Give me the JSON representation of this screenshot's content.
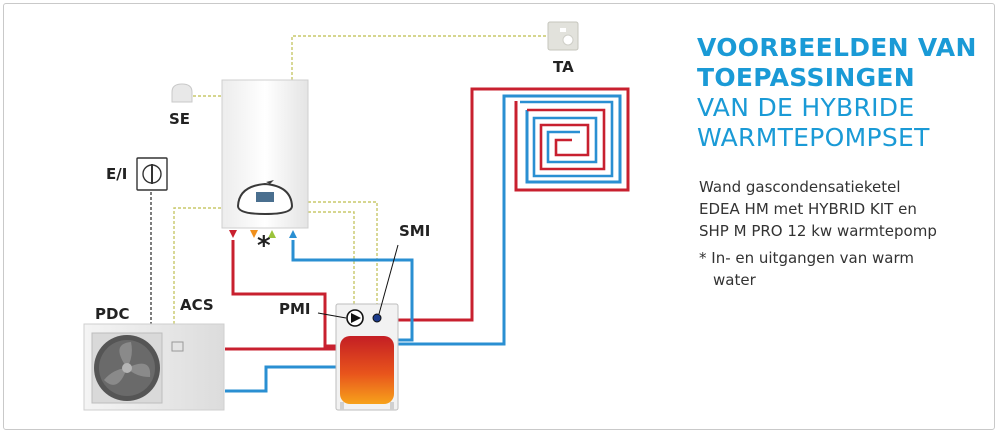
{
  "heading": {
    "line1": "VOORBEELDEN VAN",
    "line2": "TOEPASSINGEN",
    "line3": "VAN DE HYBRIDE",
    "line4": "WARMTEPOMPSET"
  },
  "description": {
    "line1": "Wand gascondensatieketel",
    "line2": "EDEA HM met HYBRID KIT en",
    "line3": "SHP M PRO 12 kw warmtepomp"
  },
  "note": {
    "line1": "* In- en uitgangen van warm",
    "line2": "water"
  },
  "labels": {
    "ta": "TA",
    "se": "SE",
    "ei": "E/I",
    "smi": "SMI",
    "pmi": "PMI",
    "pdc": "PDC",
    "acs": "ACS",
    "asterisk": "*"
  },
  "colors": {
    "accent": "#1a9ad6",
    "hot_pipe": "#c8202f",
    "cold_pipe": "#2a8fd2",
    "control_wire": "#c8c86a",
    "tank_top": "#c41e24",
    "tank_bottom": "#f7a21b"
  }
}
